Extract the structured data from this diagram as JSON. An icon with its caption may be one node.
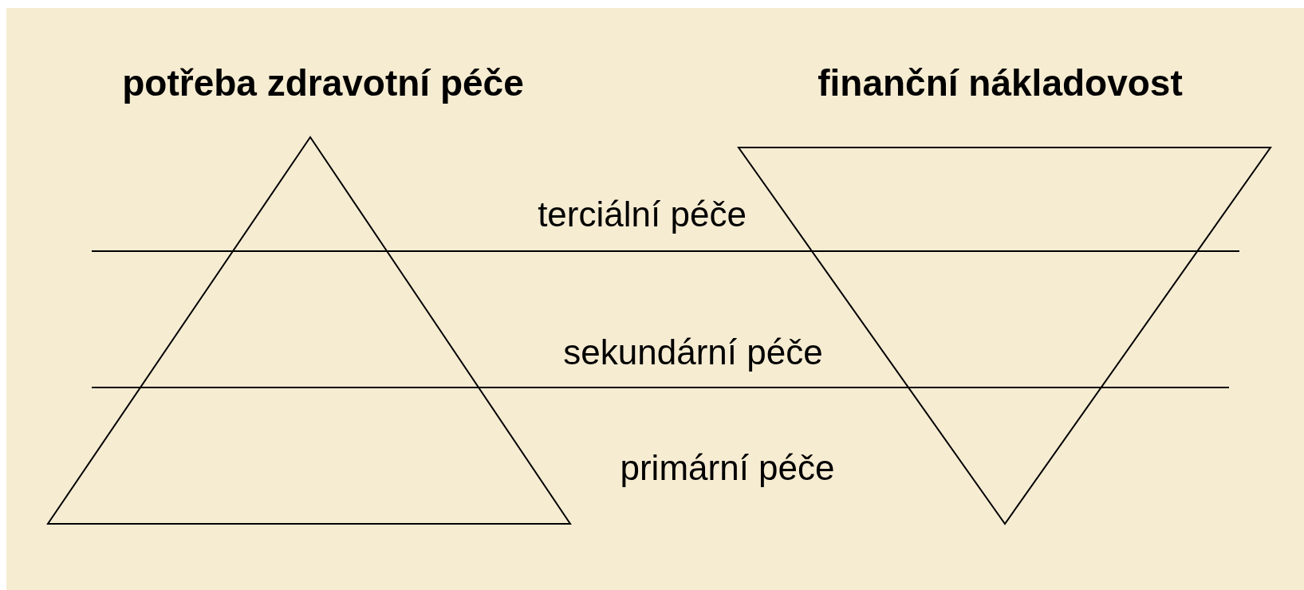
{
  "diagram": {
    "nodes": [
      {
        "text": [],
        "shape": "triangle"
      },
      {
        "text": [],
        "shape": "triangle"
      }
    ],
    "labels": [
      "potřeba zdravotní péče",
      "finanční nákladovost",
      "terciální péče",
      "sekundární péče",
      "primární péče"
    ]
  }
}
